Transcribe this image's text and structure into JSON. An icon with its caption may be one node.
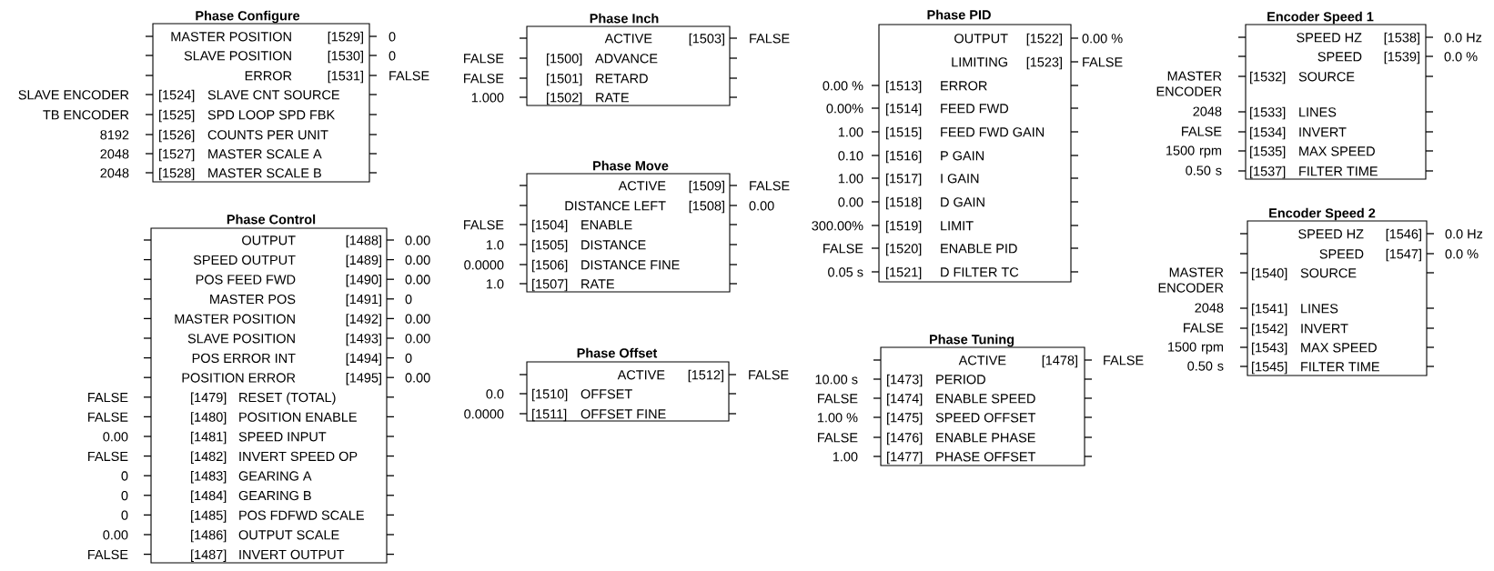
{
  "diagram": {
    "nodes": [
      {
        "text": [
          "Phase Configure",
          "MASTER POSITION",
          "[1529]",
          "SLAVE POSITION",
          "[1530]",
          "ERROR",
          "[1531]",
          "[1524]",
          "SLAVE CNT SOURCE",
          "[1525]",
          "SPD LOOP SPD FBK",
          "[1526]",
          "COUNTS PER UNIT",
          "[1527]",
          "MASTER SCALE A",
          "[1528]",
          "MASTER SCALE B"
        ],
        "beside": [
          "0",
          "0",
          "FALSE",
          "SLAVE ENCODER",
          "TB ENCODER",
          "8192",
          "2048",
          "2048"
        ]
      },
      {
        "text": [
          "Phase Control",
          "OUTPUT",
          "[1488]",
          "SPEED OUTPUT",
          "[1489]",
          "POS FEED FWD",
          "[1490]",
          "MASTER POS",
          "[1491]",
          "MASTER POSITION",
          "[1492]",
          "SLAVE POSITION",
          "[1493]",
          "POS ERROR INT",
          "[1494]",
          "POSITION ERROR",
          "[1495]",
          "[1479]",
          "RESET (TOTAL)",
          "[1480]",
          "POSITION ENABLE",
          "[1481]",
          "SPEED INPUT",
          "[1482]",
          "INVERT SPEED OP",
          "[1483]",
          "GEARING A",
          "[1484]",
          "GEARING B",
          "[1485]",
          "POS FDFWD SCALE",
          "[1486]",
          "OUTPUT SCALE",
          "[1487]",
          "INVERT OUTPUT"
        ],
        "beside": [
          "0.00",
          "0.00",
          "0.00",
          "0",
          "0.00",
          "0.00",
          "0",
          "0.00",
          "FALSE",
          "FALSE",
          "0.00",
          "FALSE",
          "0",
          "0",
          "0",
          "0.00",
          "FALSE"
        ]
      },
      {
        "text": [
          "Phase Inch",
          "ACTIVE",
          "[1503]",
          "[1500]",
          "ADVANCE",
          "[1501]",
          "RETARD",
          "[1502]",
          "RATE"
        ],
        "beside": [
          "FALSE",
          "FALSE",
          "FALSE",
          "1.000"
        ]
      },
      {
        "text": [
          "Phase Move",
          "ACTIVE",
          "[1509]",
          "DISTANCE LEFT",
          "[1508]",
          "[1504]",
          "ENABLE",
          "[1505]",
          "DISTANCE",
          "[1506]",
          "DISTANCE FINE",
          "[1507]",
          "RATE"
        ],
        "beside": [
          "FALSE",
          "0.00",
          "FALSE",
          "1.0",
          "0.0000",
          "1.0"
        ]
      },
      {
        "text": [
          "Phase Offset",
          "ACTIVE",
          "[1512]",
          "[1510]",
          "OFFSET",
          "[1511]",
          "OFFSET FINE"
        ],
        "beside": [
          "FALSE",
          "0.0",
          "0.0000"
        ]
      },
      {
        "text": [
          "Phase PID",
          "OUTPUT",
          "[1522]",
          "LIMITING",
          "[1523]",
          "[1513]",
          "ERROR",
          "[1514]",
          "FEED FWD",
          "[1515]",
          "FEED FWD GAIN",
          "[1516]",
          "P GAIN",
          "[1517]",
          "I GAIN",
          "[1518]",
          "D GAIN",
          "[1519]",
          "LIMIT",
          "[1520]",
          "ENABLE PID",
          "[1521]",
          "D FILTER TC"
        ],
        "beside": [
          "0.00 %",
          "FALSE",
          "0.00 %",
          "0.00%",
          "1.00",
          "0.10",
          "1.00",
          "0.00",
          "300.00%",
          "FALSE",
          "0.05 s"
        ]
      },
      {
        "text": [
          "Phase Tuning",
          "ACTIVE",
          "[1478]",
          "[1473]",
          "PERIOD",
          "[1474]",
          "ENABLE SPEED",
          "[1475]",
          "SPEED OFFSET",
          "[1476]",
          "ENABLE PHASE",
          "[1477]",
          "PHASE OFFSET"
        ],
        "beside": [
          "FALSE",
          "10.00 s",
          "FALSE",
          "1.00 %",
          "FALSE",
          "1.00"
        ]
      },
      {
        "text": [
          "Encoder Speed 1",
          "SPEED HZ",
          "[1538]",
          "SPEED",
          "[1539]",
          "[1532]",
          "SOURCE",
          "[1533]",
          "LINES",
          "[1534]",
          "INVERT",
          "[1535]",
          "MAX SPEED",
          "[1537]",
          "FILTER TIME"
        ],
        "beside": [
          "0.0 Hz",
          "0.0 %",
          "MASTER ENCODER",
          "2048",
          "FALSE",
          "1500 rpm",
          "0.50 s"
        ]
      },
      {
        "text": [
          "Encoder Speed 2",
          "SPEED HZ",
          "[1546]",
          "SPEED",
          "[1547]",
          "[1540]",
          "SOURCE",
          "[1541]",
          "LINES",
          "[1542]",
          "INVERT",
          "[1543]",
          "MAX SPEED",
          "[1545]",
          "FILTER TIME"
        ],
        "beside": [
          "0.0 Hz",
          "0.0 %",
          "MASTER ENCODER",
          "2048",
          "FALSE",
          "1500 rpm",
          "0.50 s"
        ]
      }
    ]
  }
}
